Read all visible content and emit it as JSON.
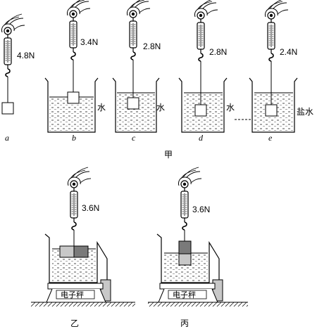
{
  "part_jia": {
    "caption": "甲",
    "setups": [
      {
        "letter": "a",
        "reading": "4.8N",
        "liquid": ""
      },
      {
        "letter": "b",
        "reading": "3.4N",
        "liquid": "水"
      },
      {
        "letter": "c",
        "reading": "2.8N",
        "liquid": "水"
      },
      {
        "letter": "d",
        "reading": "2.8N",
        "liquid": "水"
      },
      {
        "letter": "e",
        "reading": "2.4N",
        "liquid": "盐水"
      }
    ]
  },
  "part_yi": {
    "caption": "乙",
    "reading": "3.6N",
    "scale_label": "电子秤"
  },
  "part_bing": {
    "caption": "丙",
    "reading": "3.6N",
    "scale_label": "电子秤"
  },
  "colors": {
    "ink": "#000000",
    "block_dark": "#7a7a7a",
    "block_light": "#c8c8c8"
  },
  "icons": [
    "hand-icon",
    "spring-scale-icon",
    "hook-icon",
    "beaker-icon",
    "electronic-scale-icon"
  ]
}
